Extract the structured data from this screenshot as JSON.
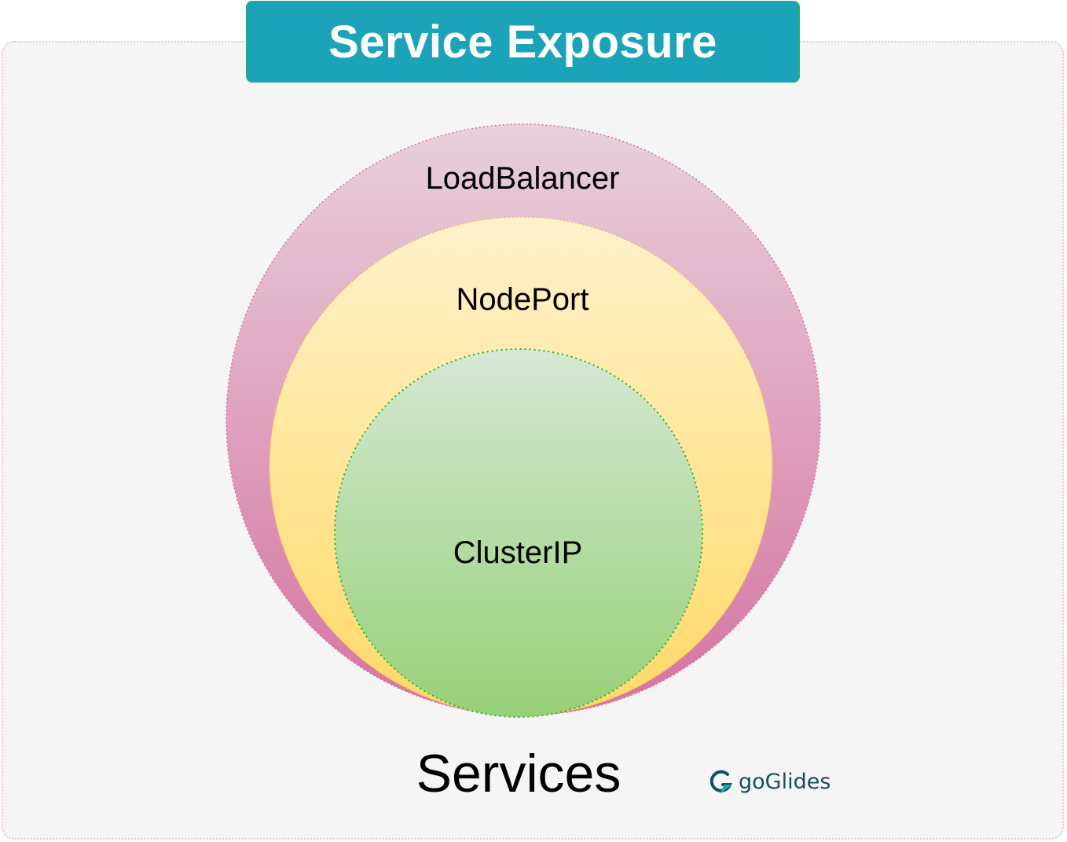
{
  "title": "Service Exposure",
  "layers": [
    {
      "label": "LoadBalancer"
    },
    {
      "label": "NodePort"
    },
    {
      "label": "ClusterIP"
    }
  ],
  "footer_label": "Services",
  "brand": {
    "logo_text": "goGlides"
  },
  "colors": {
    "title_bg": "#1ba4b8",
    "loadbalancer_top": "#e8d0dc",
    "loadbalancer_bottom": "#d5739f",
    "nodeport_top": "#fff2cc",
    "nodeport_bottom": "#ffd966",
    "clusterip_top": "#d5e8d4",
    "clusterip_bottom": "#97d077"
  }
}
